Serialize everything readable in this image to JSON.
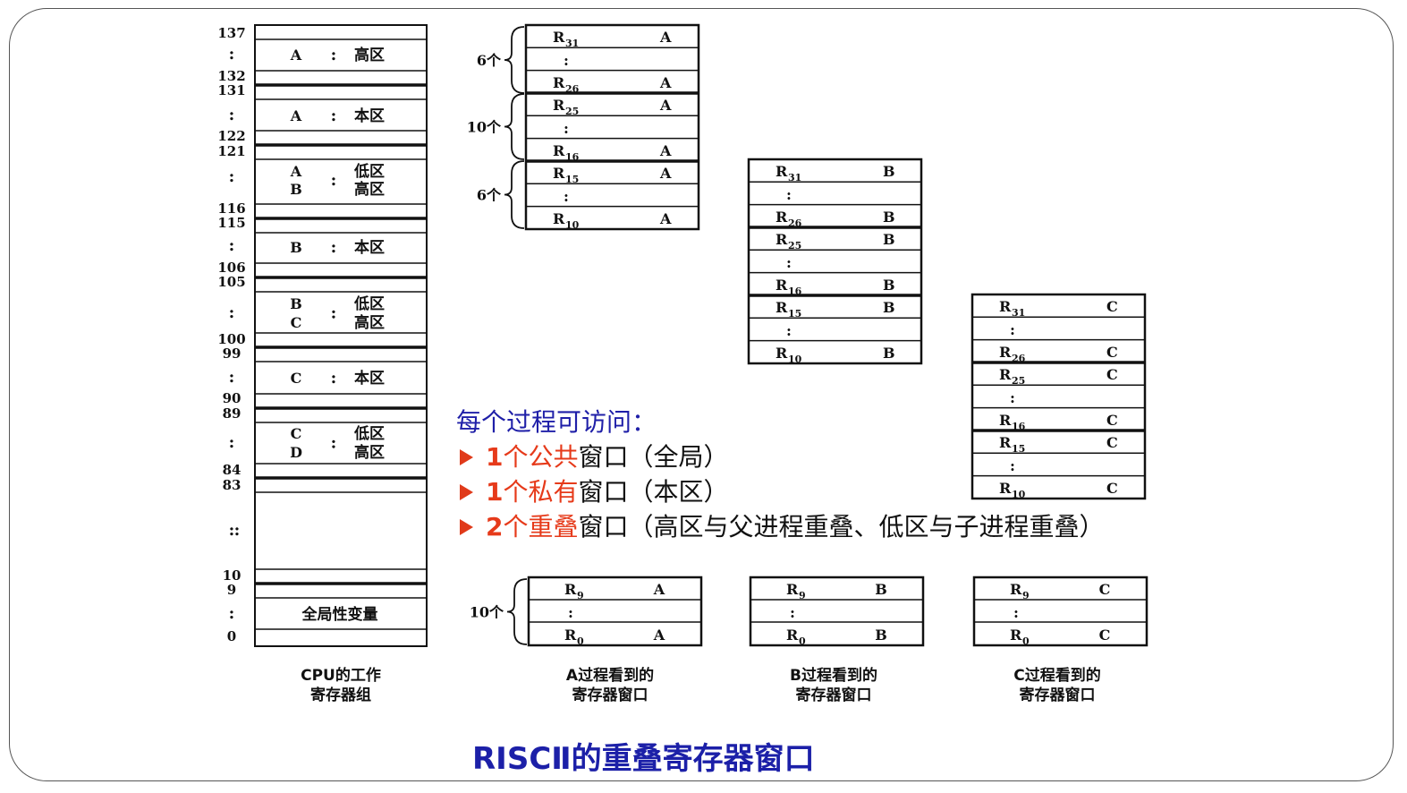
{
  "cpu_register_file": {
    "caption": [
      "CPU的工作",
      "寄存器组"
    ],
    "address_labels": [
      "137",
      ":",
      "132",
      "131",
      ":",
      "122",
      "121",
      ":",
      "116",
      "115",
      ":",
      "106",
      "105",
      ":",
      "100",
      "99",
      ":",
      "90",
      "89",
      ":",
      "84",
      "83",
      ":",
      "10",
      "9",
      ":",
      "0"
    ],
    "blocks": [
      {
        "left": [
          "A"
        ],
        "right": [
          "高区"
        ]
      },
      {
        "left": [
          "A"
        ],
        "right": [
          "本区"
        ]
      },
      {
        "left": [
          "A",
          "B"
        ],
        "right": [
          "低区",
          "高区"
        ]
      },
      {
        "left": [
          "B"
        ],
        "right": [
          "本区"
        ]
      },
      {
        "left": [
          "B",
          "C"
        ],
        "right": [
          "低区",
          "高区"
        ]
      },
      {
        "left": [
          "C"
        ],
        "right": [
          "本区"
        ]
      },
      {
        "left": [
          "C",
          "D"
        ],
        "right": [
          "低区",
          "高区"
        ]
      }
    ],
    "global_label": "全局性变量"
  },
  "group_counts": [
    "6个",
    "10个",
    "6个"
  ],
  "global_count": "10个",
  "windows": [
    {
      "proc": "A",
      "caption": [
        "A过程看到的",
        "寄存器窗口"
      ]
    },
    {
      "proc": "B",
      "caption": [
        "B过程看到的",
        "寄存器窗口"
      ]
    },
    {
      "proc": "C",
      "caption": [
        "C过程看到的",
        "寄存器窗口"
      ]
    }
  ],
  "register_names": {
    "r": "R",
    "overlap": [
      [
        "31",
        "26"
      ],
      [
        "25",
        "16"
      ],
      [
        "15",
        "10"
      ]
    ],
    "global": [
      "9",
      "0"
    ],
    "dots": ":"
  },
  "access_panel": {
    "title": "每个过程可访问：",
    "items": [
      {
        "count": "1",
        "kind": "个公共",
        "rest": "窗口（全局）"
      },
      {
        "count": "1",
        "kind": "个私有",
        "rest": "窗口（本区）"
      },
      {
        "count": "2",
        "kind": "个重叠",
        "rest": "窗口（高区与父进程重叠、低区与子进程重叠）"
      }
    ]
  },
  "slide_title": "RISCⅡ的重叠寄存器窗口",
  "colors": {
    "title_blue": "#1c20a8",
    "highlight_red": "#e63a1a",
    "frame": "#555555"
  }
}
